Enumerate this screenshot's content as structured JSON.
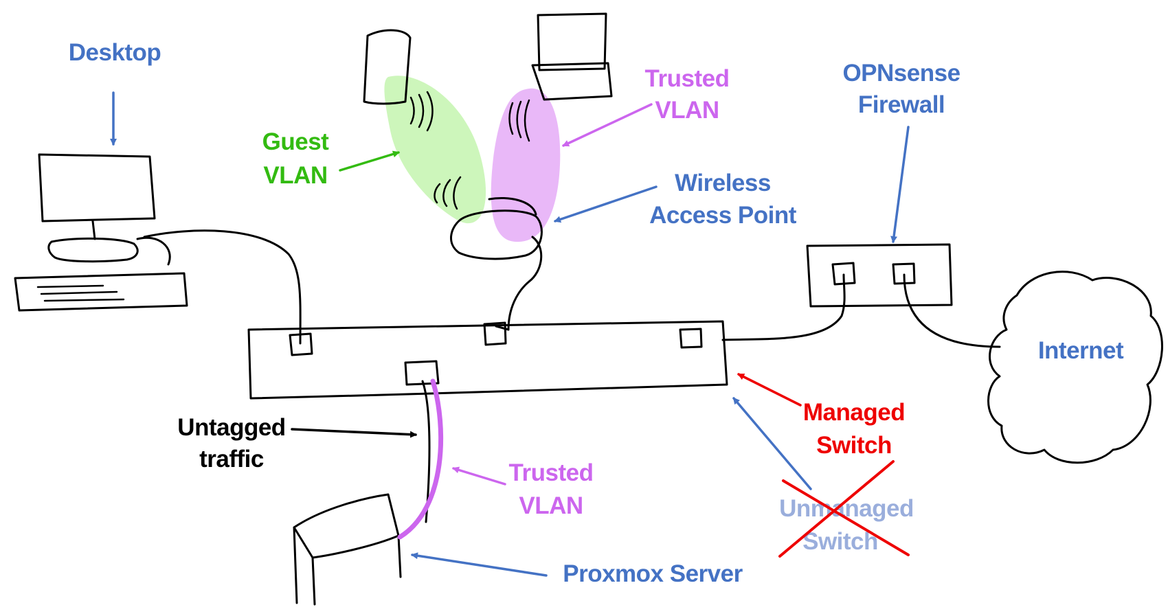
{
  "colors": {
    "blue": "#4472c4",
    "green": "#33bb11",
    "magenta": "#cc66ee",
    "red": "#ee0000",
    "faded_blue": "#9aaedc",
    "black": "#000000",
    "guest_fill": "#c8f5b4",
    "trusted_fill": "#e8b4f8"
  },
  "labels": {
    "desktop": "Desktop",
    "guest_vlan_1": "Guest",
    "guest_vlan_2": "VLAN",
    "trusted_vlan_top_1": "Trusted",
    "trusted_vlan_top_2": "VLAN",
    "wap_1": "Wireless",
    "wap_2": "Access Point",
    "opnsense_1": "OPNsense",
    "opnsense_2": "Firewall",
    "internet": "Internet",
    "managed_switch_1": "Managed",
    "managed_switch_2": "Switch",
    "unmanaged_switch_1": "Unmanaged",
    "unmanaged_switch_2": "Switch",
    "untagged_1": "Untagged",
    "untagged_2": "traffic",
    "trusted_vlan_bottom_1": "Trusted",
    "trusted_vlan_bottom_2": "VLAN",
    "proxmox": "Proxmox Server"
  }
}
